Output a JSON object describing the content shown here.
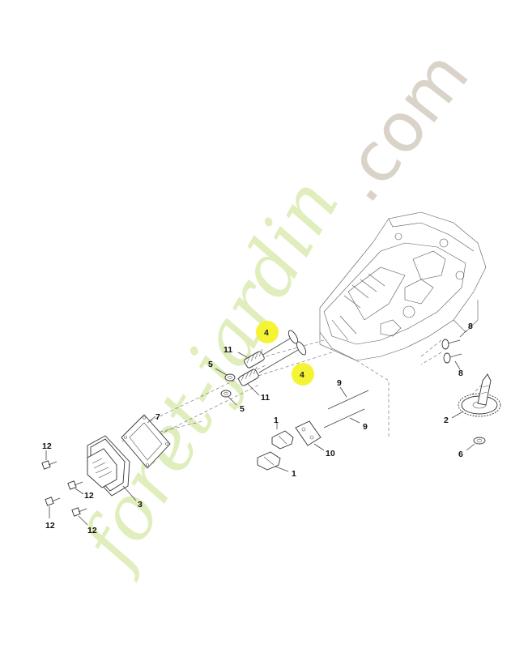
{
  "watermark": {
    "part1": "foret-jardin",
    "part2": ".com",
    "color1": "#dfeebc",
    "color2": "#d9d3c9"
  },
  "highlight_color": "#f3f32a",
  "callouts": {
    "valve_top": "4",
    "valve_bottom": "4",
    "spring_top": "11",
    "spring_bottom": "11",
    "retainer_top": "5",
    "retainer_bottom": "5",
    "gasket": "7",
    "cover": "3",
    "screw_left_top": "12",
    "screw_left_mid": "12",
    "screw_left_low": "12",
    "screw_left_bottom": "12",
    "rocker_top": "1",
    "rocker_bottom": "1",
    "plate": "10",
    "pushrod_top": "9",
    "pushrod_bottom": "9",
    "screw_right_top": "8",
    "screw_right_bottom": "8",
    "camshaft": "2",
    "washer": "6"
  }
}
